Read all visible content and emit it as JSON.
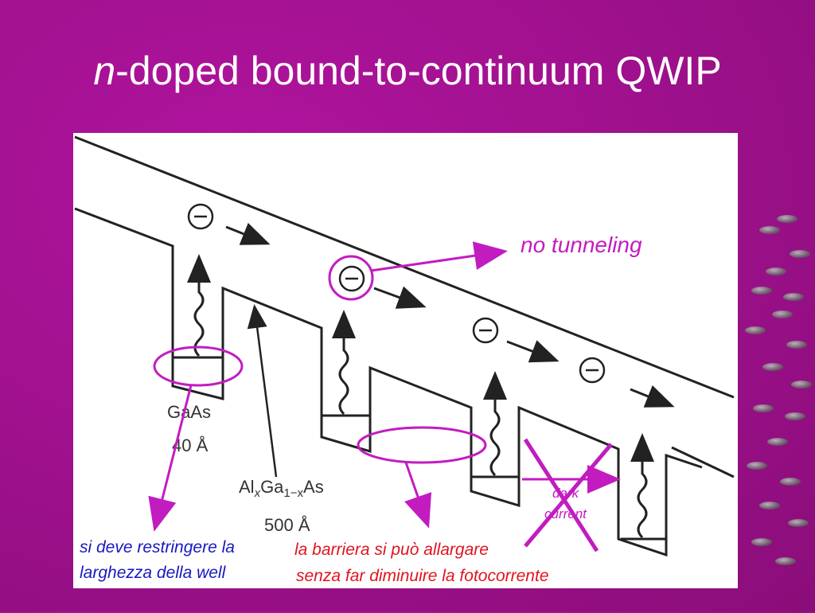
{
  "slide": {
    "title_italic": "n",
    "title_rest": "-doped bound-to-continuum QWIP"
  },
  "figure": {
    "well_material": "GaAs",
    "well_width": "40 Å",
    "barrier_material_parts": [
      "Al",
      "x",
      "Ga",
      "1−x",
      "As"
    ],
    "barrier_width": "500 Å",
    "electron_symbol": "⊖"
  },
  "annotations": {
    "no_tunneling": "no tunneling",
    "dark_current_line1": "dark",
    "dark_current_line2": "current",
    "well_note_line1": "si deve restringere la",
    "well_note_line2": "larghezza della well",
    "barrier_note_line1": "la barriera si può allargare",
    "barrier_note_line2": "senza far diminuire la fotocorrente"
  },
  "colors": {
    "background": "#a1118f",
    "annotation_magenta": "#c21cc0",
    "well_note_blue": "#1818c0",
    "barrier_note_red": "#e0141e",
    "title_white": "#ffffff"
  }
}
